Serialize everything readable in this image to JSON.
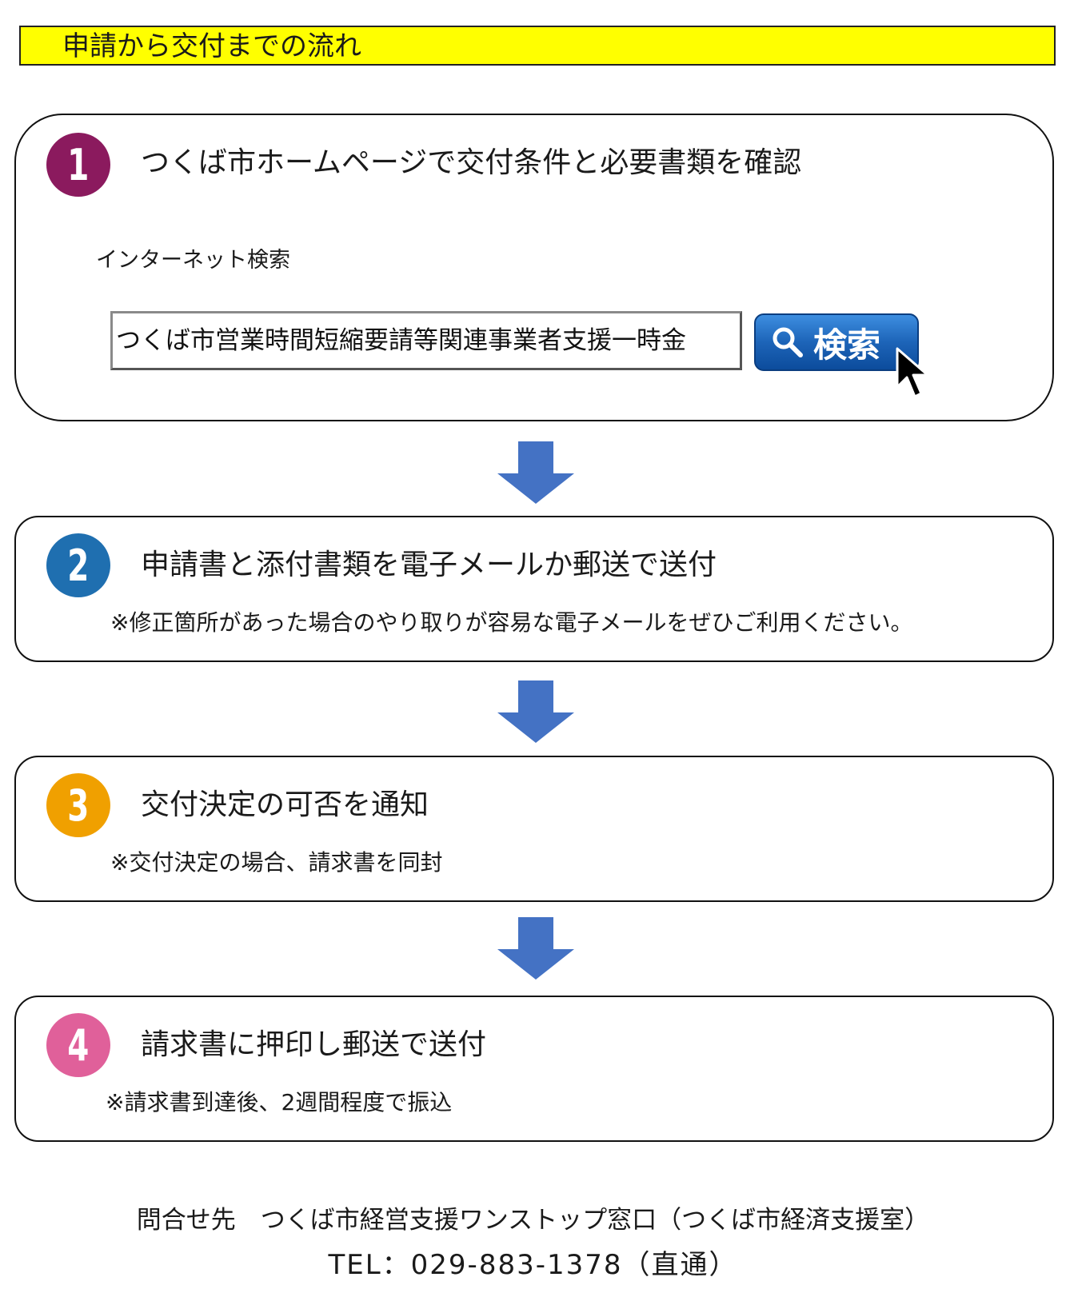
{
  "header": {
    "title": "申請から交付までの流れ"
  },
  "steps": [
    {
      "number": "1",
      "color": "#8b1a5e",
      "text": "つくば市ホームページで交付条件と必要書類を確認",
      "search": {
        "label": "インターネット検索",
        "query": "つくば市営業時間短縮要請等関連事業者支援一時金",
        "button_label": "検索",
        "button_color": "#1d64b8"
      }
    },
    {
      "number": "2",
      "color": "#1f6fb0",
      "text": "申請書と添付書類を電子メールか郵送で送付",
      "note": "※修正箇所があった場合のやり取りが容易な電子メールをぜひご利用ください。"
    },
    {
      "number": "3",
      "color": "#f0a000",
      "text": "交付決定の可否を通知",
      "note": "※交付決定の場合、請求書を同封"
    },
    {
      "number": "4",
      "color": "#e0609a",
      "text": "請求書に押印し郵送で送付",
      "note": "※請求書到達後、2週間程度で振込"
    }
  ],
  "arrow_color": "#4472c4",
  "contact": {
    "line1": "問合せ先　つくば市経営支援ワンストップ窓口（つくば市経済支援室）",
    "line2": "TEL：029-883-1378（直通）"
  }
}
